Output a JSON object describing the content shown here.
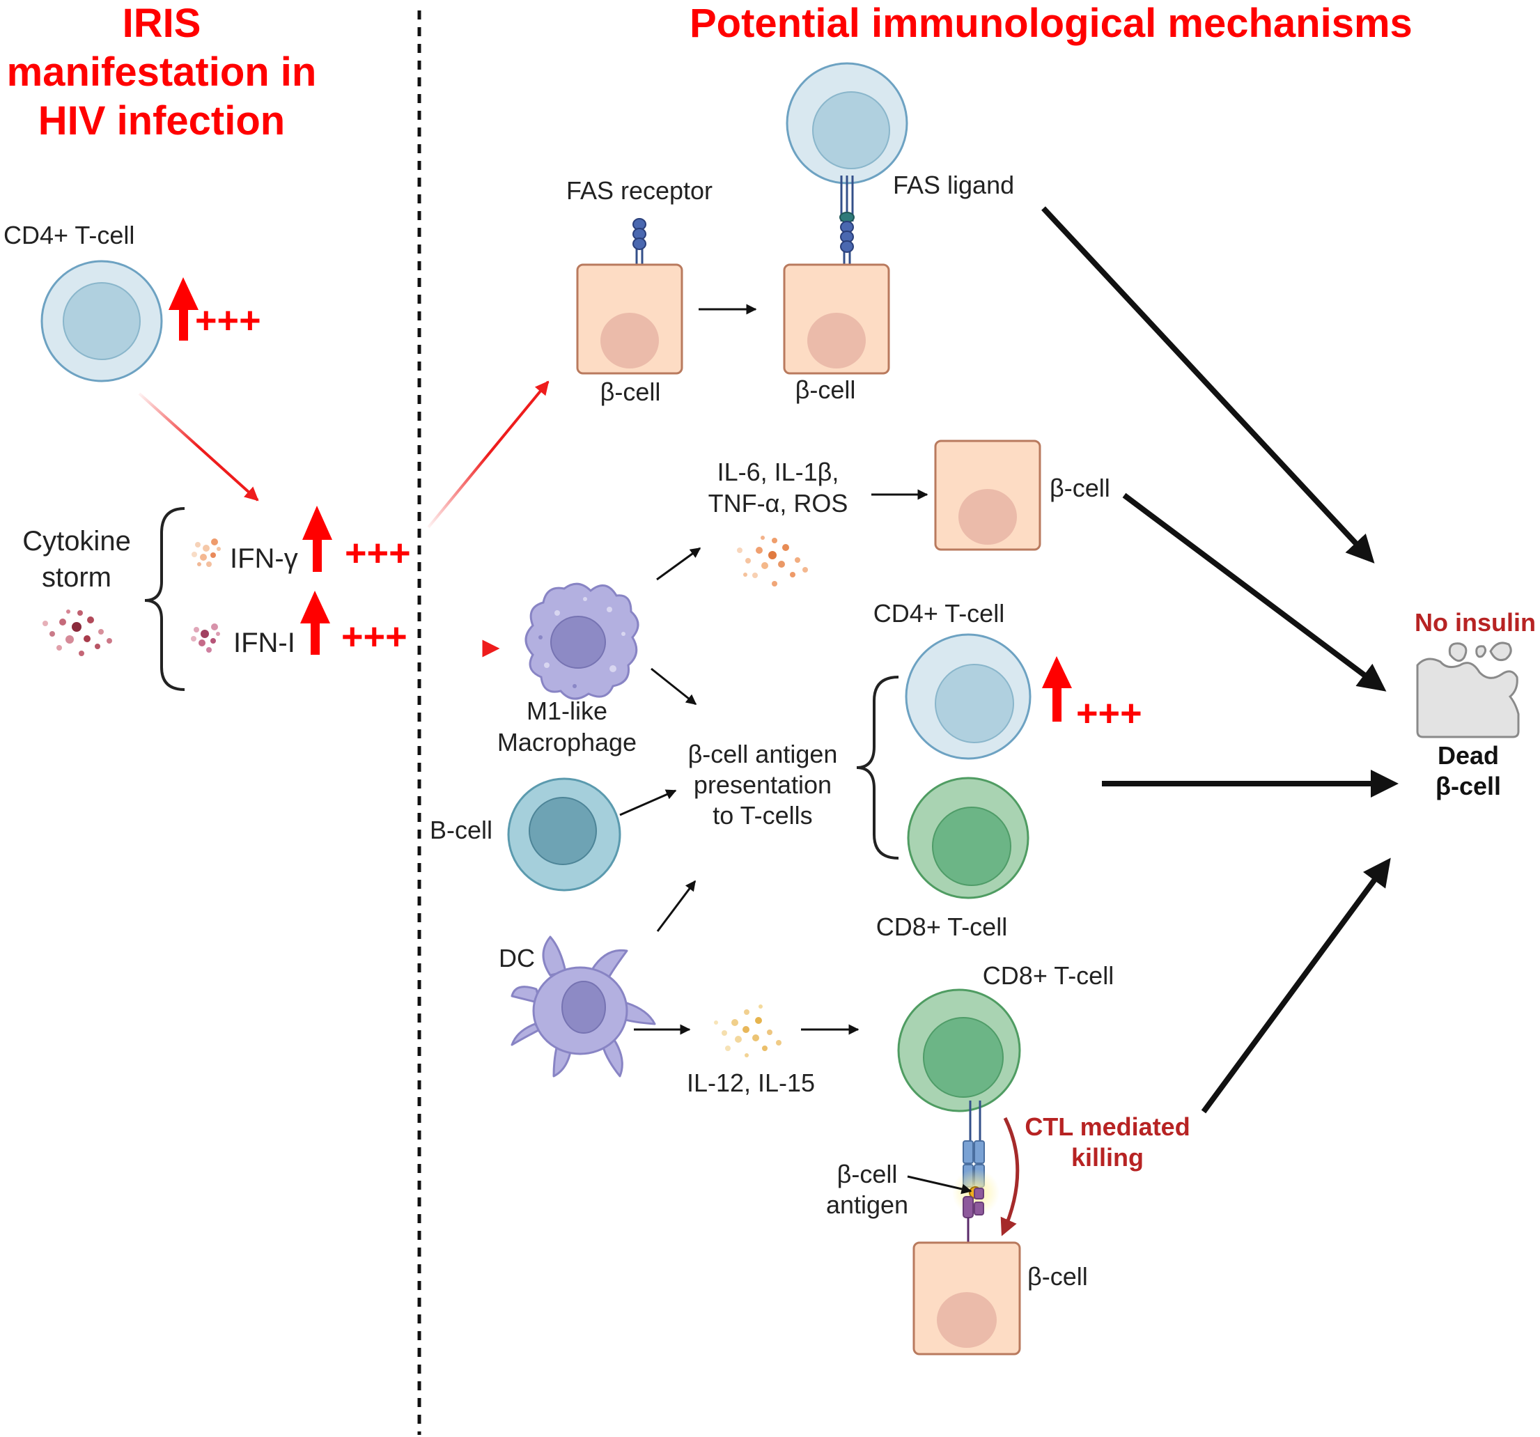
{
  "headers": {
    "left_title_lines": [
      "IRIS",
      "manifestation in",
      "HIV infection"
    ],
    "right_title": "Potential immunological  mechanisms"
  },
  "left_panel": {
    "cd4_label": "CD4+ T-cell",
    "cd4_increase": "+++",
    "cytokine_storm_lines": [
      "Cytokine",
      "storm"
    ],
    "ifn_gamma": "IFN-γ",
    "ifn_gamma_increase": "+++",
    "ifn_i": "IFN-I",
    "ifn_i_increase": "+++"
  },
  "fas_pathway": {
    "fas_receptor": "FAS receptor",
    "fas_ligand": "FAS ligand",
    "beta_cell_1": "β-cell",
    "beta_cell_2": "β-cell"
  },
  "cytokine_pathway": {
    "cytokines_lines": [
      "IL-6, IL-1β,",
      "TNF-α, ROS"
    ],
    "beta_cell": "β-cell"
  },
  "antigen_presentation": {
    "macrophage_lines": [
      "M1-like",
      "Macrophage"
    ],
    "b_cell": "B-cell",
    "dc": "DC",
    "presentation_lines": [
      "β-cell antigen",
      "presentation",
      "to T-cells"
    ],
    "cd4_label": "CD4+ T-cell",
    "cd4_increase": "+++",
    "cd8_label": "CD8+ T-cell"
  },
  "ctl_pathway": {
    "cytokines": "IL-12, IL-15",
    "cd8_label": "CD8+ T-cell",
    "ctl_lines": [
      "CTL mediated",
      "killing"
    ],
    "antigen_lines": [
      "β-cell",
      "antigen"
    ],
    "beta_cell": "β-cell"
  },
  "outcome": {
    "no_insulin": "No insulin",
    "dead_lines": [
      "Dead",
      "β-cell"
    ]
  },
  "colors": {
    "accent_red": "#ff0000",
    "dark_red": "#b72323",
    "beta_cell_fill": "#fddcc4",
    "beta_nucleus": "#ebbbaa",
    "cd4_fill": "#d9e8f0",
    "cd8_fill": "#a9d3b2",
    "macrophage_fill": "#b3b0e0",
    "b_cell_fill": "#a5cfdb",
    "dead_cell_fill": "#e3e3e3"
  }
}
